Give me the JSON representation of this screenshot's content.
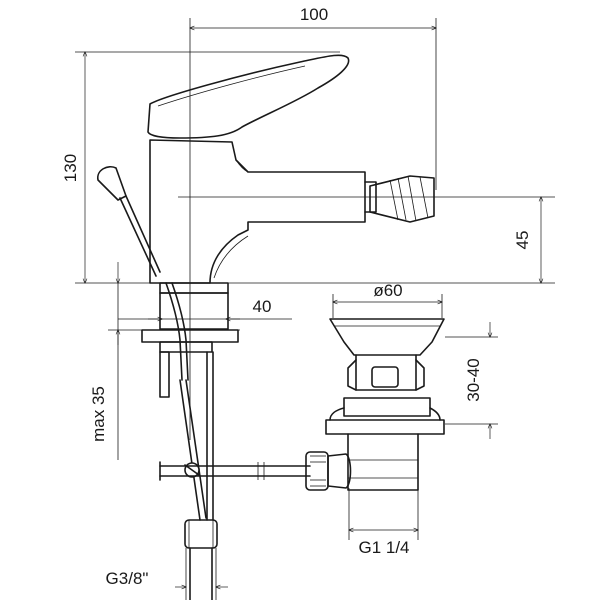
{
  "dimensions": {
    "width_total": "100",
    "height_total": "130",
    "spout_height": "45",
    "base_offset": "40",
    "max_thickness": "max 35",
    "waste_diameter": "ø60",
    "waste_range": "30-40",
    "waste_thread": "G1 1/4",
    "inlet_thread": "G3/8\""
  },
  "colors": {
    "line": "#1a1a1a",
    "background": "#ffffff"
  }
}
